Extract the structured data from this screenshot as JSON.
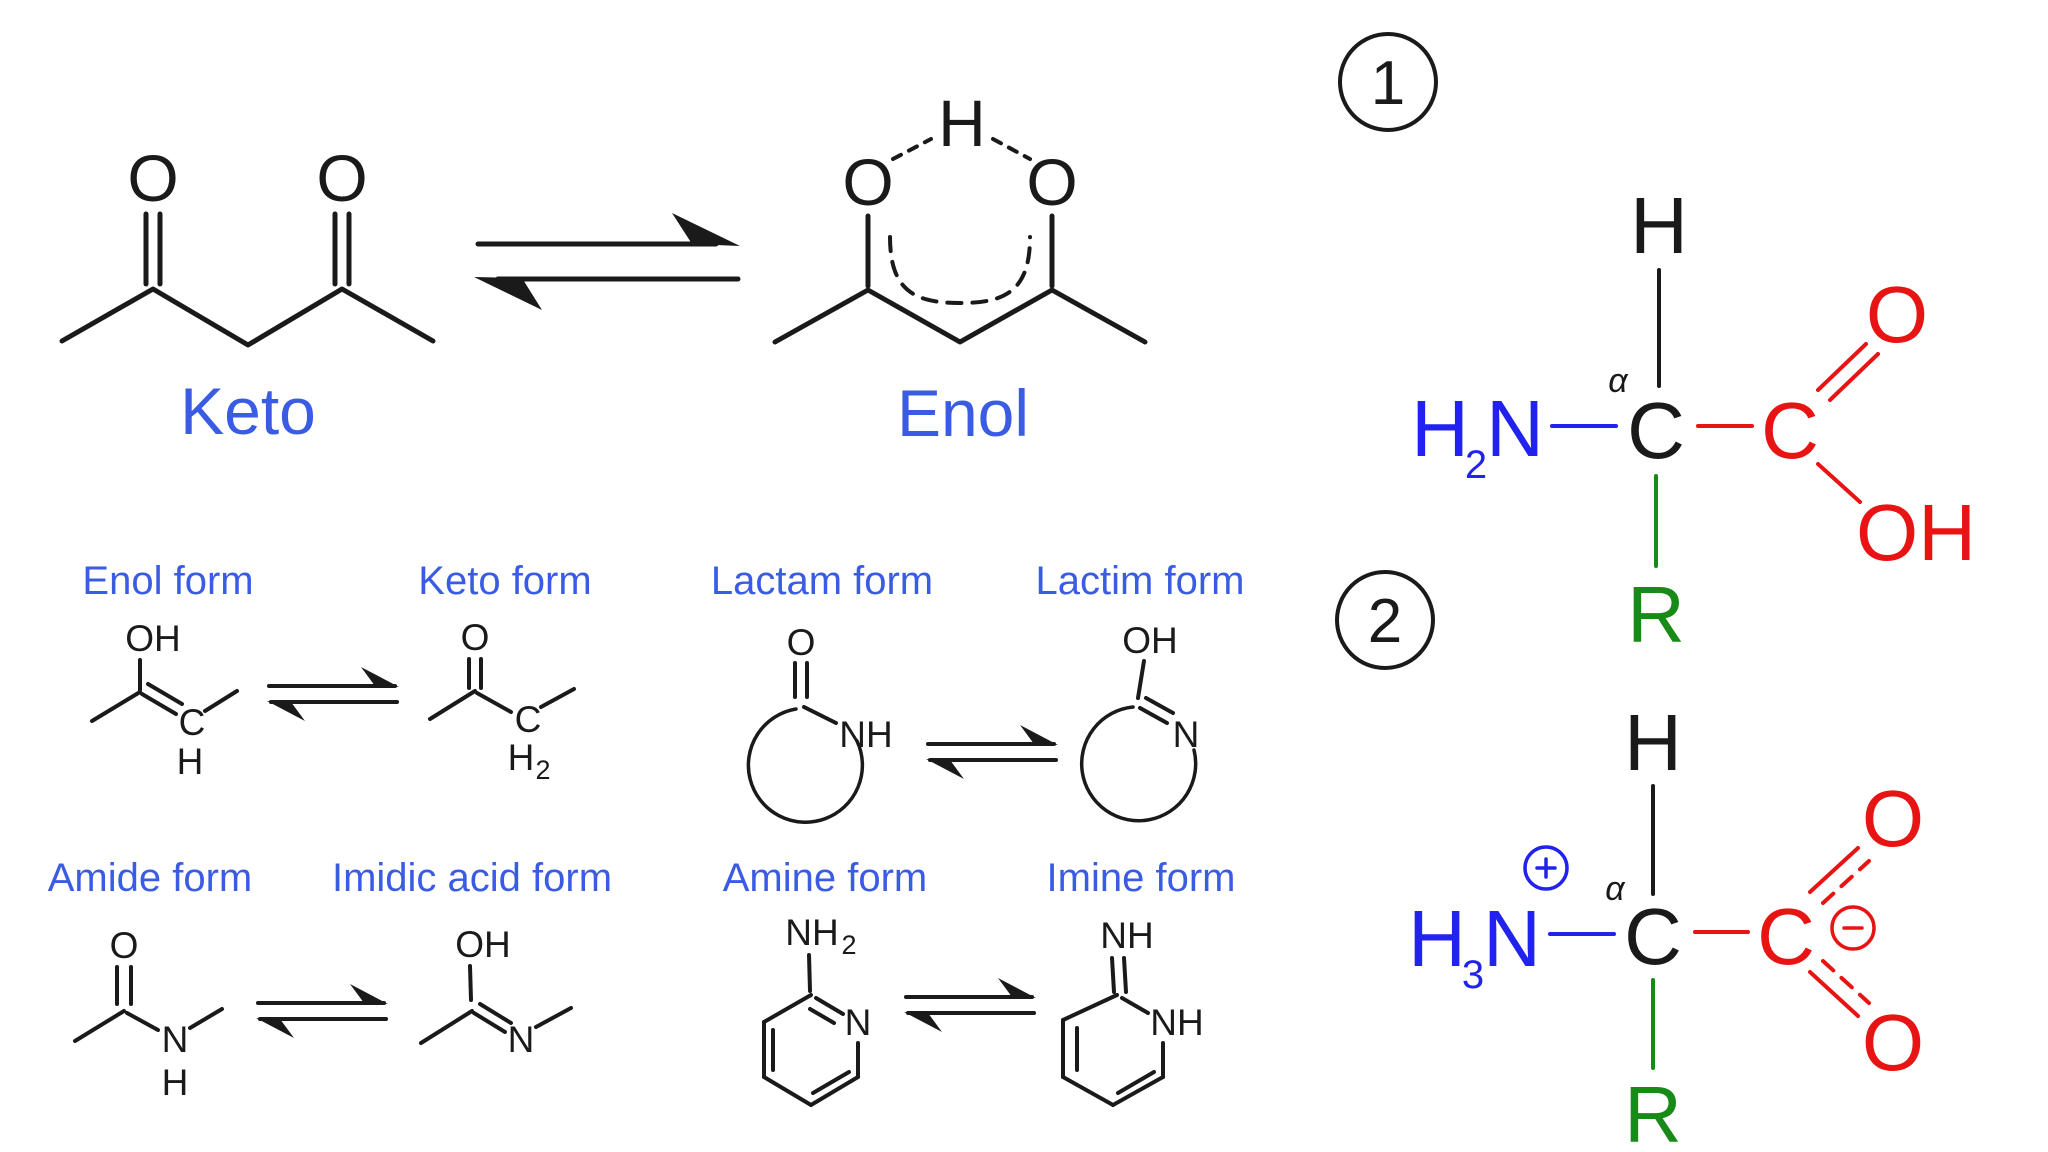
{
  "figure": {
    "description": "Tautomerism diagram",
    "main_equilibrium": {
      "left_label": "Keto",
      "right_label": "Enol"
    },
    "pairs": [
      {
        "left_label": "Enol form",
        "right_label": "Keto form"
      },
      {
        "left_label": "Lactam form",
        "right_label": "Lactim form"
      },
      {
        "left_label": "Amide form",
        "right_label": "Imidic acid form"
      },
      {
        "left_label": "Amine form",
        "right_label": "Imine form"
      }
    ],
    "amino_acid_forms": [
      {
        "number": "1"
      },
      {
        "number": "2"
      }
    ]
  },
  "atoms": {
    "O": "O",
    "H": "H",
    "C": "C",
    "N": "N",
    "R": "R",
    "OH": "OH",
    "NH": "NH",
    "alpha": "α",
    "sub_2": "2",
    "sub_3": "3",
    "plus": "+",
    "minus": "−"
  },
  "colors": {
    "label_blue": "#3a5ce4",
    "heteroatom_blue": "#2222ee",
    "carboxyl_red": "#e81414",
    "r_group_green": "#178a17",
    "bond_black": "#1a1a1a"
  }
}
